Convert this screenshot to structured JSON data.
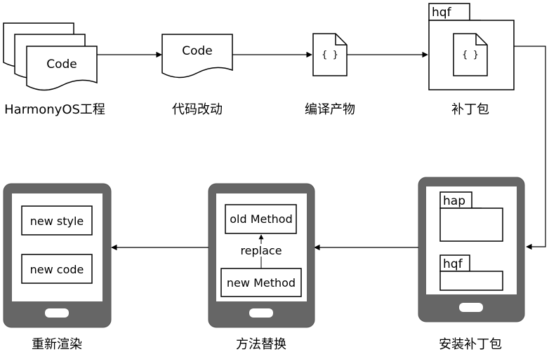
{
  "labels": {
    "project": "HarmonyOS工程",
    "code_change": "代码改动",
    "build_output": "编译产物",
    "patch": "补丁包",
    "install_patch": "安装补丁包",
    "method_replace": "方法替换",
    "rerender": "重新渲染"
  },
  "docs": {
    "project_code": "Code",
    "change_code": "Code",
    "artifact_glyph": "{ }",
    "patch_glyph": "{ }"
  },
  "folders": {
    "patch_tab": "hqf",
    "device_hap_tab": "hap",
    "device_hqf_tab": "hqf"
  },
  "devices": {
    "method": {
      "old": "old Method",
      "replace": "replace",
      "new": "new Method"
    },
    "render": {
      "style": "new style",
      "code": "new code"
    }
  }
}
